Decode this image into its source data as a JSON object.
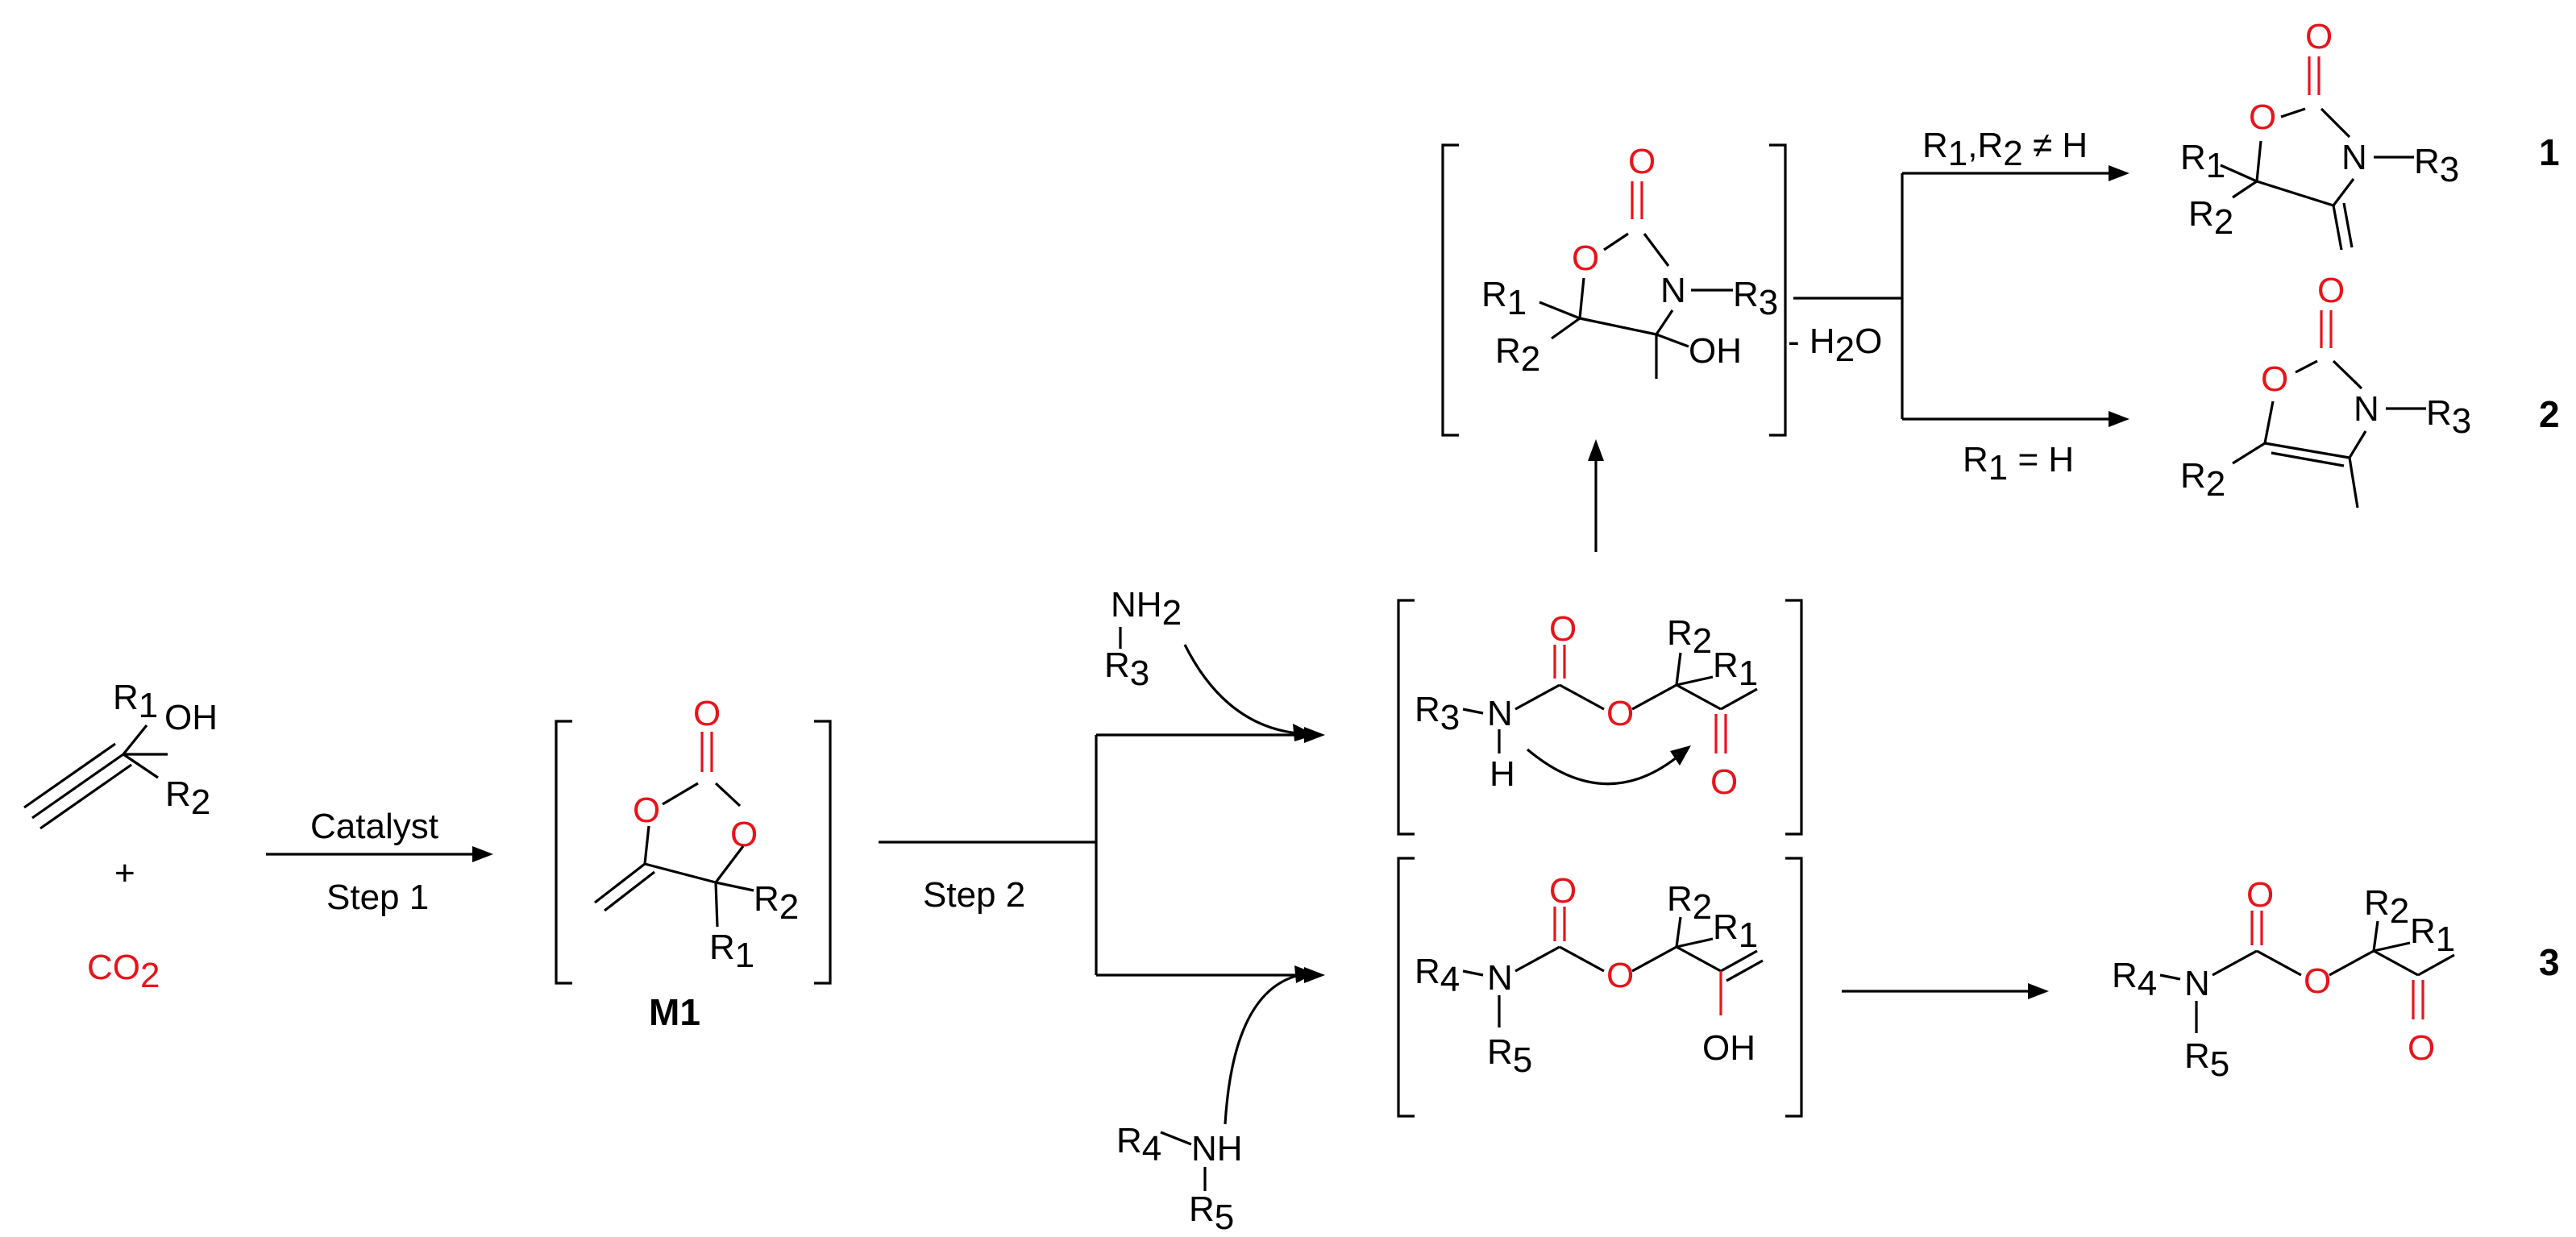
{
  "colors": {
    "ink": "#000000",
    "highlight": "#e8141a",
    "background": "#ffffff"
  },
  "reactants": {
    "alcohol": {
      "r1": "R",
      "r1_sub": "1",
      "oh": "OH",
      "r2": "R",
      "r2_sub": "2"
    },
    "plus": "+",
    "co2": {
      "main": "CO",
      "sub": "2"
    }
  },
  "step1": {
    "catalyst": "Catalyst",
    "label": "Step 1"
  },
  "intermediate_m1": {
    "label": "M1",
    "o_top": "O",
    "o_ring_left": "O",
    "o_ring_right": "O",
    "r2": "R",
    "r2_sub": "2",
    "r1": "R",
    "r1_sub": "1"
  },
  "step2": {
    "label": "Step 2"
  },
  "amines": {
    "primary": {
      "nh": "NH",
      "nh_sub": "2",
      "r3": "R",
      "r3_sub": "3"
    },
    "secondary": {
      "r4": "R",
      "r4_sub": "4",
      "nh": "NH",
      "r5": "R",
      "r5_sub": "5"
    }
  },
  "carbamate_intermediate": {
    "r3": "R",
    "r3_sub": "3",
    "n": "N",
    "h": "H",
    "o_carbonyl": "O",
    "o_ester": "O",
    "r2": "R",
    "r2_sub": "2",
    "r1": "R",
    "r1_sub": "1",
    "o_ketone": "O"
  },
  "hydroxy_intermediate": {
    "o_top": "O",
    "o_ring": "O",
    "n": "N",
    "r3": "R",
    "r3_sub": "3",
    "r1": "R",
    "r1_sub": "1",
    "r2": "R",
    "r2_sub": "2",
    "oh": "OH",
    "water": {
      "prefix": "- H",
      "sub": "2",
      "o": "O"
    }
  },
  "enol_intermediate": {
    "r4": "R",
    "r4_sub": "4",
    "n": "N",
    "r5": "R",
    "r5_sub": "5",
    "o_carbonyl": "O",
    "o_ester": "O",
    "r2": "R",
    "r2_sub": "2",
    "r1": "R",
    "r1_sub": "1",
    "oh": "OH"
  },
  "conditions": {
    "upper": {
      "text": "R",
      "s1": "1",
      "mid": ",R",
      "s2": "2",
      "tail": " ≠ H"
    },
    "lower": {
      "text": "R",
      "s1": "1",
      "tail": " = H"
    }
  },
  "products": {
    "p1": {
      "number": "1",
      "o_top": "O",
      "o_ring": "O",
      "n": "N",
      "r3": "R",
      "r3_sub": "3",
      "r1": "R",
      "r1_sub": "1",
      "r2": "R",
      "r2_sub": "2"
    },
    "p2": {
      "number": "2",
      "o_top": "O",
      "o_ring": "O",
      "n": "N",
      "r3": "R",
      "r3_sub": "3",
      "r2": "R",
      "r2_sub": "2"
    },
    "p3": {
      "number": "3",
      "r4": "R",
      "r4_sub": "4",
      "n": "N",
      "r5": "R",
      "r5_sub": "5",
      "o_carbonyl": "O",
      "o_ester": "O",
      "r2": "R",
      "r2_sub": "2",
      "r1": "R",
      "r1_sub": "1",
      "o_ketone": "O"
    }
  }
}
